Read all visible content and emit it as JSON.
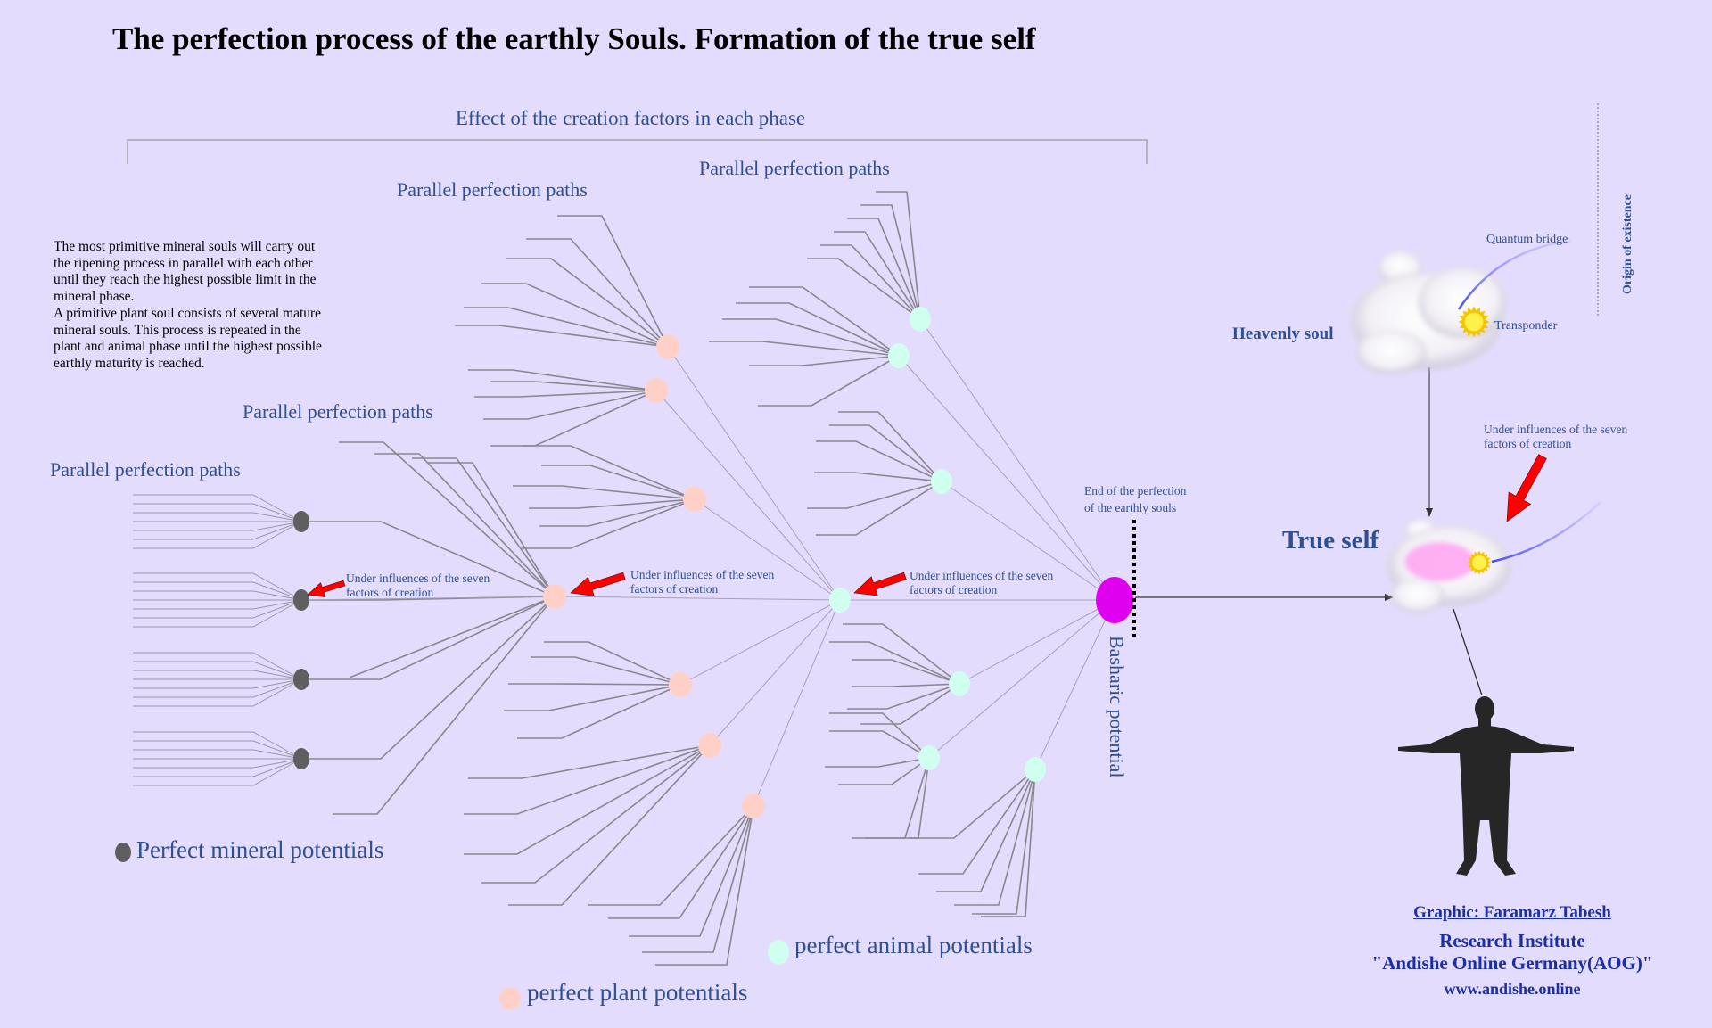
{
  "title": "The perfection process of the earthly Souls. Formation of the true self",
  "effect_label": "Effect of the creation factors in each phase",
  "parallel_paths": [
    "Parallel perfection paths",
    "Parallel perfection paths",
    "Parallel perfection paths",
    "Parallel perfection paths"
  ],
  "description": [
    "The most primitive mineral souls will carry out",
    "the ripening process in parallel with each other",
    "until they reach the highest possible limit in the",
    "mineral phase.",
    "A primitive plant soul consists of several mature",
    "mineral souls. This process is repeated in the",
    "plant and animal phase until the highest possible",
    "earthly maturity is reached."
  ],
  "influence_label": [
    "Under influences of the seven",
    "factors of creation"
  ],
  "end_label": [
    "End of the perfection",
    "of the earthly souls"
  ],
  "basharic": "Basharic  potential",
  "true_self": "True self",
  "heavenly_soul": "Heavenly soul",
  "quantum_bridge": "Quantum bridge",
  "transponder": "Transponder",
  "origin": "Origin of existence",
  "legend": {
    "mineral": "Perfect mineral potentials",
    "plant": "perfect plant potentials",
    "animal": "perfect animal potentials"
  },
  "credits": {
    "graphic": "Graphic: Faramarz Tabesh",
    "institute": "Research Institute",
    "org": "\"Andishe Online Germany(AOG)\"",
    "url": "www.andishe.online"
  },
  "colors": {
    "background": "#e4dcfc",
    "mineral": "#5f5f5f",
    "plant": "#ffd0c8",
    "animal": "#d0fff0",
    "basharic": "#e000f0",
    "text": "#2e4f94",
    "arrow": "#ff0000"
  }
}
